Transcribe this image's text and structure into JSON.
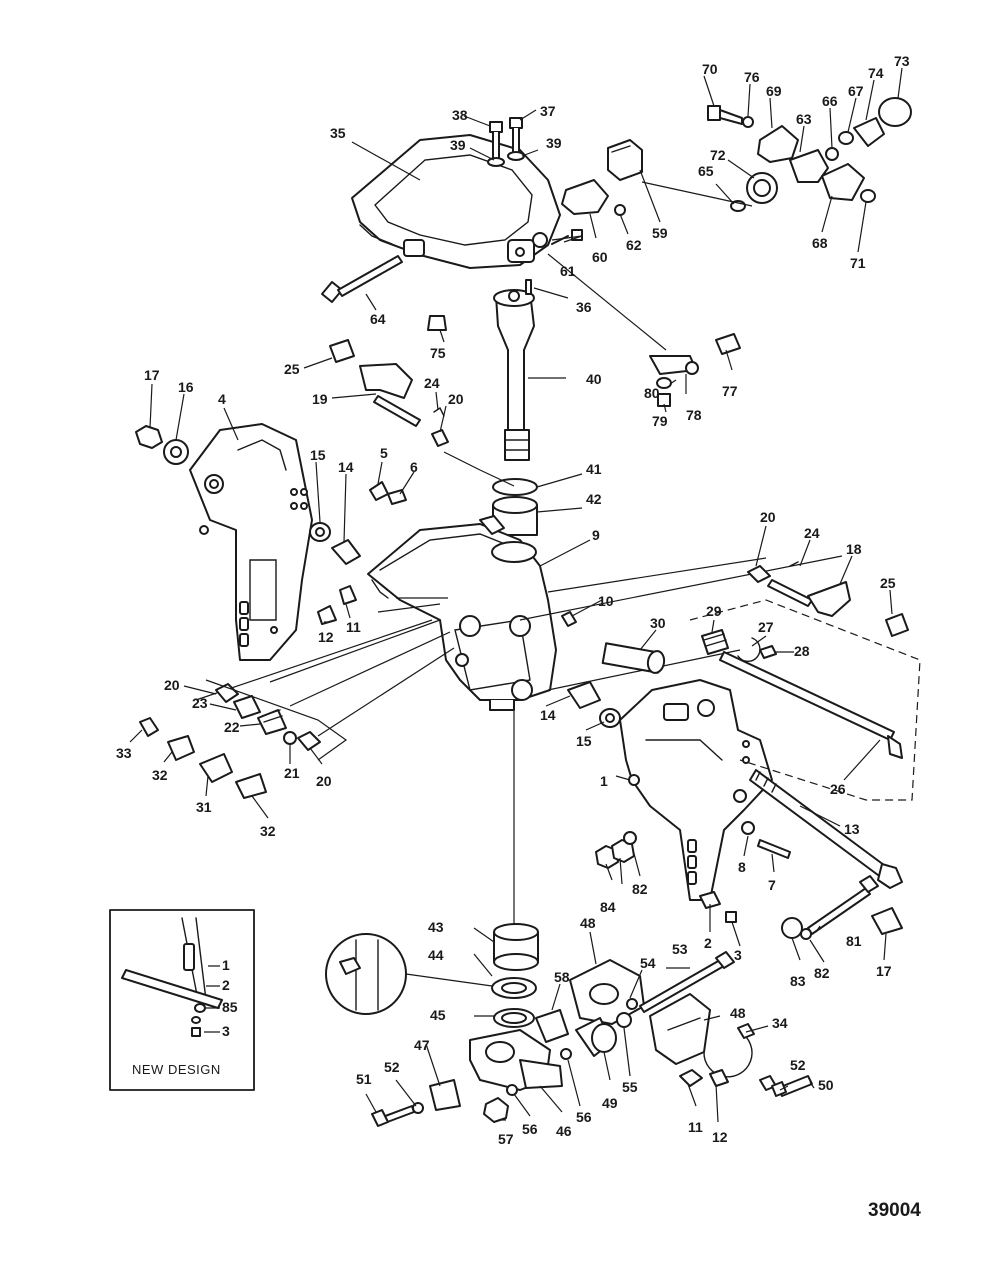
{
  "figure_number": "39004",
  "inset_label": "NEW DESIGN",
  "inset_callouts": [
    "1",
    "2",
    "85",
    "3"
  ],
  "callouts": [
    "70",
    "76",
    "69",
    "66",
    "67",
    "74",
    "73",
    "63",
    "72",
    "65",
    "68",
    "71",
    "38",
    "37",
    "39",
    "39",
    "35",
    "59",
    "62",
    "60",
    "61",
    "36",
    "64",
    "75",
    "25",
    "19",
    "24",
    "20",
    "40",
    "77",
    "80",
    "78",
    "79",
    "17",
    "16",
    "4",
    "15",
    "14",
    "5",
    "6",
    "41",
    "42",
    "9",
    "20",
    "24",
    "18",
    "25",
    "29",
    "27",
    "28",
    "10",
    "30",
    "12",
    "11",
    "20",
    "23",
    "22",
    "33",
    "32",
    "31",
    "21",
    "20",
    "32",
    "14",
    "15",
    "1",
    "26",
    "13",
    "8",
    "7",
    "84",
    "82",
    "2",
    "3",
    "81",
    "82",
    "83",
    "17",
    "43",
    "44",
    "48",
    "58",
    "53",
    "54",
    "45",
    "47",
    "49",
    "55",
    "48",
    "34",
    "51",
    "52",
    "57",
    "56",
    "46",
    "56",
    "11",
    "12",
    "52",
    "50"
  ]
}
